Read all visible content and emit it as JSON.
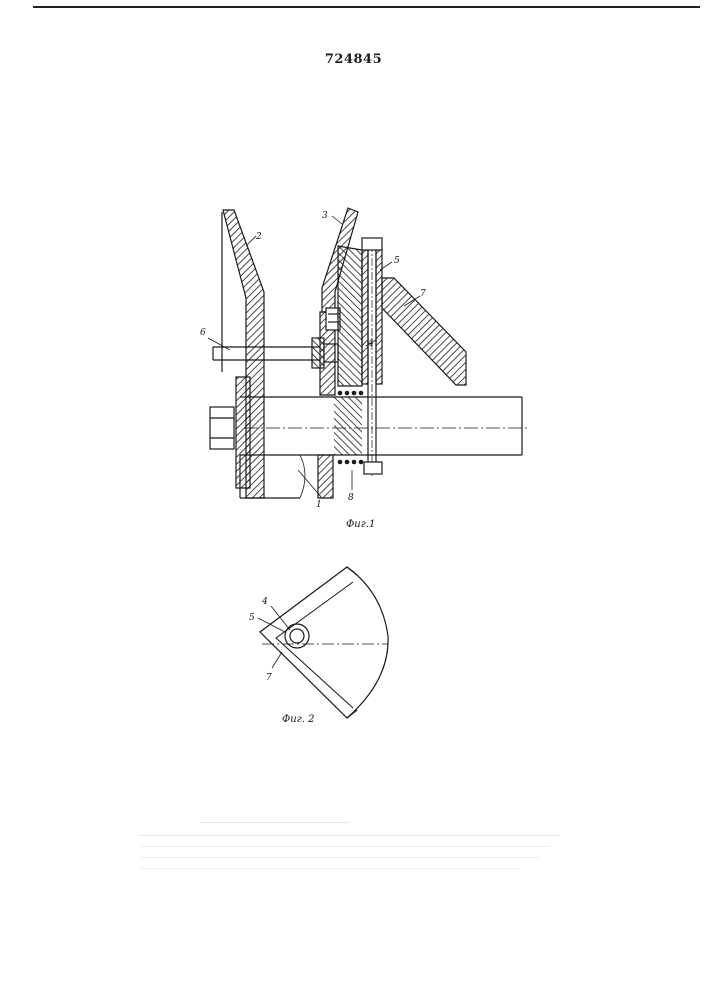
{
  "document": {
    "number": "724845"
  },
  "figures": {
    "fig1": {
      "caption": "Фиг.1",
      "labels": {
        "p1": "1",
        "p2": "2",
        "p3": "3",
        "p4": "4",
        "p5": "5",
        "p6": "6",
        "p7": "7",
        "p8": "8"
      }
    },
    "fig2": {
      "caption": "Фиг. 2",
      "labels": {
        "p4": "4",
        "p5": "5",
        "p7": "7"
      }
    }
  },
  "colors": {
    "ink": "#1a1a1a",
    "paper": "#ffffff"
  }
}
